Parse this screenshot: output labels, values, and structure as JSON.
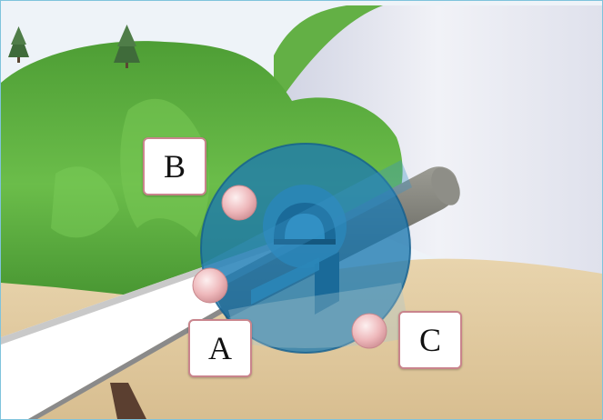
{
  "labels": {
    "a": "A",
    "b": "B",
    "c": "C"
  },
  "colors": {
    "frame": "#7fc3dc",
    "label_border": "#c9848c",
    "hill": "#5cae3e",
    "snow": "#e7e8f0",
    "sand": "#e3cda4",
    "tunnel_ring": "#2a86b8",
    "pipe": "#7b7b73",
    "marker": "#f0c4c6"
  }
}
